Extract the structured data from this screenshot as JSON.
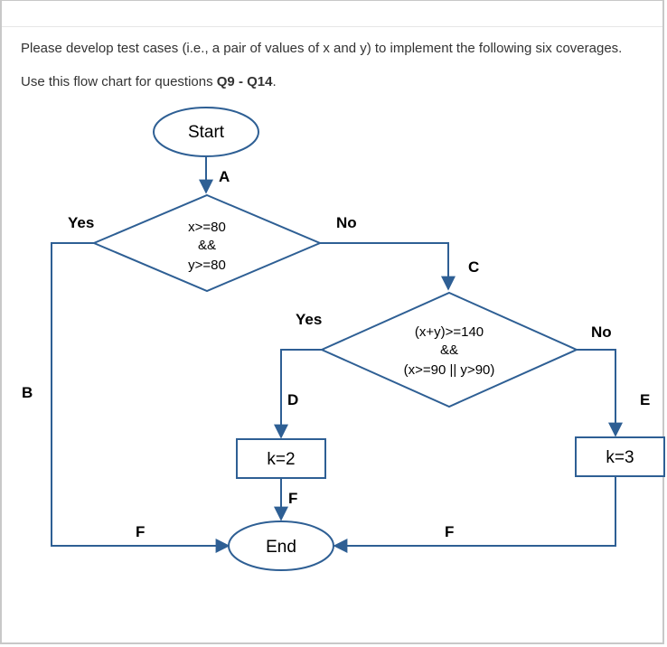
{
  "question": {
    "line1": "Please develop test cases (i.e., a pair of values of x and y) to implement the following six coverages.",
    "line2_prefix": "Use this flow chart for questions ",
    "line2_bold": "Q9 - Q14",
    "line2_suffix": "."
  },
  "flowchart": {
    "start": "Start",
    "end": "End",
    "decision1": [
      "x>=80",
      "&&",
      "y>=80"
    ],
    "decision2": [
      "(x+y)>=140",
      "&&",
      "(x>=90 || y>90)"
    ],
    "box1": "k=2",
    "box2": "k=3",
    "yes": "Yes",
    "no": "No",
    "edge_A": "A",
    "edge_B": "B",
    "edge_C": "C",
    "edge_D": "D",
    "edge_E": "E",
    "edge_F": "F",
    "line_color": "#2e5f94",
    "node_border": "#2e5f94"
  }
}
